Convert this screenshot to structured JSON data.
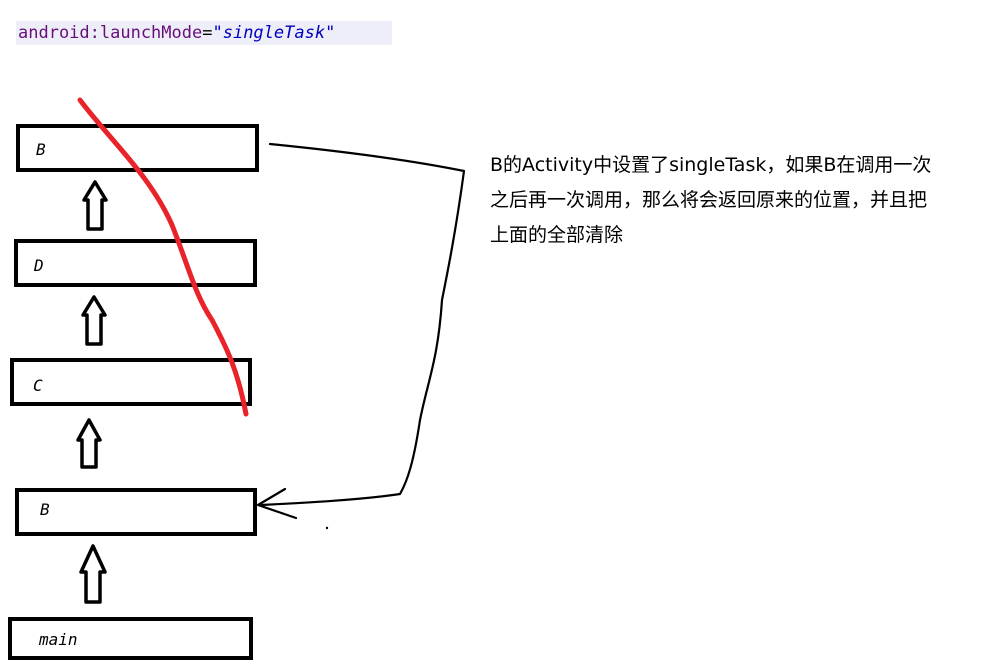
{
  "code": {
    "attribute": "android:launchMode",
    "equals": "=",
    "value": "\"singleTask\""
  },
  "stack": [
    {
      "label": "B"
    },
    {
      "label": "D"
    },
    {
      "label": "C"
    },
    {
      "label": "B"
    },
    {
      "label": "main"
    }
  ],
  "note": {
    "text": "B的Activity中设置了singleTask，如果B在调用一次之后再一次调用，那么将会返回原来的位置，并且把上面的全部清除"
  },
  "colors": {
    "strike": "#e8232a",
    "box_border": "#000000",
    "code_background": "#eeeef9"
  }
}
